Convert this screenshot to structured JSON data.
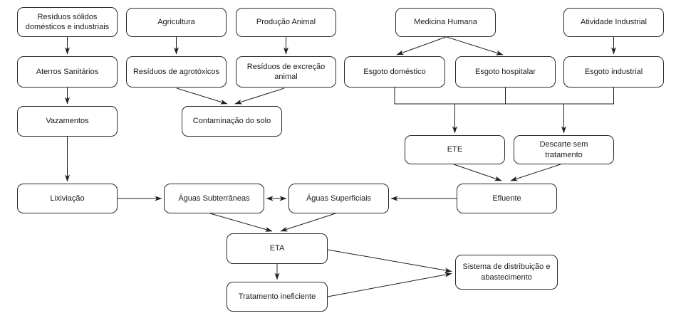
{
  "diagram": {
    "type": "flowchart",
    "language": "pt-BR",
    "colors": {
      "background": "#ffffff",
      "box_fill": "#ffffff",
      "box_border": "#2b2b2b",
      "line": "#1f1f1f",
      "text": "#1a1a1a"
    },
    "nodes": {
      "residuos_solidos": {
        "label": "Resíduos sólidos domésticos e industriais"
      },
      "agricultura": {
        "label": "Agricultura"
      },
      "producao_animal": {
        "label": "Produção Animal"
      },
      "medicina_humana": {
        "label": "Medicina Humana"
      },
      "atividade_industrial": {
        "label": "Atividade Industrial"
      },
      "aterros_sanitarios": {
        "label": "Aterros Sanitários"
      },
      "residuos_agrotoxicos": {
        "label": "Resíduos de agrotóxicos"
      },
      "residuos_excrecao": {
        "label": "Resíduos de excreção animal"
      },
      "esgoto_domestico": {
        "label": "Esgoto doméstico"
      },
      "esgoto_hospitalar": {
        "label": "Esgoto hospitalar"
      },
      "esgoto_industrial": {
        "label": "Esgoto industrial"
      },
      "vazamentos": {
        "label": "Vazamentos"
      },
      "contaminacao_solo": {
        "label": "Contaminação do solo"
      },
      "ete": {
        "label": "ETE"
      },
      "descarte": {
        "label": "Descarte sem tratamento"
      },
      "lixiviacao": {
        "label": "Lixiviação"
      },
      "aguas_subterraneas": {
        "label": "Águas Subterrâneas"
      },
      "aguas_superficiais": {
        "label": "Águas Superficiais"
      },
      "efluente": {
        "label": "Efluente"
      },
      "eta": {
        "label": "ETA"
      },
      "sistema_distribuicao": {
        "label": "Sistema de distribuição e abastecimento"
      },
      "tratamento_ineficiente": {
        "label": "Tratamento ineficiente"
      }
    },
    "edges": [
      {
        "from": "residuos_solidos",
        "to": "aterros_sanitarios",
        "arrow": "single"
      },
      {
        "from": "aterros_sanitarios",
        "to": "vazamentos",
        "arrow": "single"
      },
      {
        "from": "vazamentos",
        "to": "lixiviacao",
        "arrow": "single"
      },
      {
        "from": "agricultura",
        "to": "residuos_agrotoxicos",
        "arrow": "single"
      },
      {
        "from": "producao_animal",
        "to": "residuos_excrecao",
        "arrow": "single"
      },
      {
        "from": "residuos_agrotoxicos",
        "to": "contaminacao_solo",
        "arrow": "single"
      },
      {
        "from": "residuos_excrecao",
        "to": "contaminacao_solo",
        "arrow": "single"
      },
      {
        "from": "medicina_humana",
        "to": "esgoto_domestico",
        "arrow": "single"
      },
      {
        "from": "medicina_humana",
        "to": "esgoto_hospitalar",
        "arrow": "single"
      },
      {
        "from": "atividade_industrial",
        "to": "esgoto_industrial",
        "arrow": "single"
      },
      {
        "from": [
          "esgoto_domestico",
          "esgoto_hospitalar",
          "esgoto_industrial"
        ],
        "to": [
          "ete",
          "descarte"
        ],
        "via": "shared-bus",
        "arrow": "single"
      },
      {
        "from": "ete",
        "to": "efluente",
        "arrow": "single"
      },
      {
        "from": "descarte",
        "to": "efluente",
        "arrow": "single"
      },
      {
        "from": "efluente",
        "to": "aguas_superficiais",
        "arrow": "single"
      },
      {
        "from": "lixiviacao",
        "to": "aguas_subterraneas",
        "arrow": "single"
      },
      {
        "from": "aguas_subterraneas",
        "to": "aguas_superficiais",
        "arrow": "double"
      },
      {
        "from": "aguas_subterraneas",
        "to": "eta",
        "arrow": "single"
      },
      {
        "from": "aguas_superficiais",
        "to": "eta",
        "arrow": "single"
      },
      {
        "from": "eta",
        "to": "tratamento_ineficiente",
        "arrow": "single"
      },
      {
        "from": "eta",
        "to": "sistema_distribuicao",
        "arrow": "single"
      },
      {
        "from": "tratamento_ineficiente",
        "to": "sistema_distribuicao",
        "arrow": "single"
      }
    ]
  }
}
